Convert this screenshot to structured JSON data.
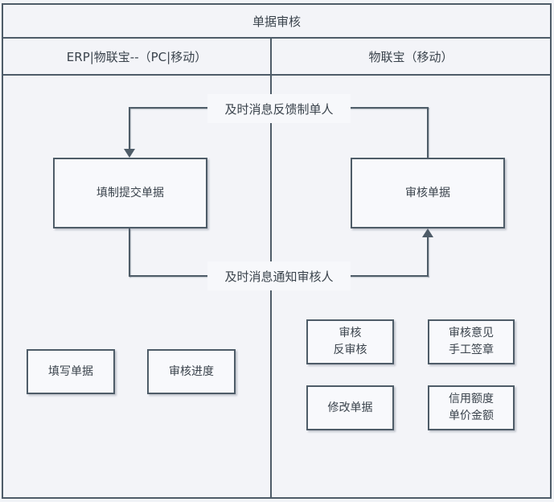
{
  "diagram": {
    "title": "单据审核",
    "lanes": [
      {
        "label": "ERP|物联宝--（PC|移动）"
      },
      {
        "label": "物联宝（移动）"
      }
    ],
    "nodes": {
      "fill_submit": "填制提交单据",
      "review_doc": "审核单据",
      "fill_doc": "填写单据",
      "review_progress": "审核进度",
      "review_unreview": "审核\n反审核",
      "opinion_signature": "审核意见\n手工签章",
      "modify_doc": "修改单据",
      "credit_price": "信用额度\n单价金额"
    },
    "edge_labels": {
      "feedback": "及时消息反馈制单人",
      "notify": "及时消息通知审核人"
    },
    "colors": {
      "line": "#4e5c68",
      "canvas_bg": "#f1f3f7",
      "node_fill": "#f8f9fc",
      "text": "#3a434c"
    }
  }
}
